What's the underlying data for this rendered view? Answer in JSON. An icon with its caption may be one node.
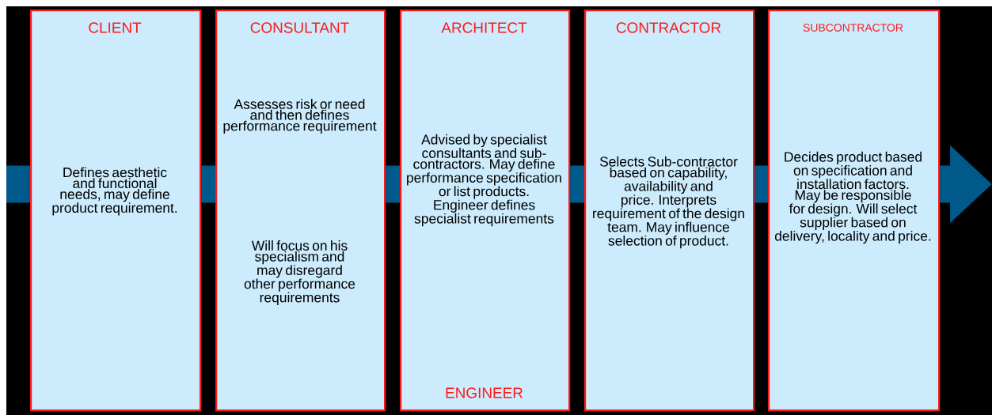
{
  "diagram": {
    "nodes": [
      {
        "text": [
          "CLIENT",
          "Defines aesthetic and functional needs, may define product requirement."
        ]
      },
      {
        "text": [
          "CONSULTANT",
          "Assesses risk or need and then defines performance requirement",
          "Will focus on his specialism and may disregard other performance requirements"
        ]
      },
      {
        "text": [
          "ARCHITECT",
          "Advised by specialist consultants and sub-contractors. May define performance specification or list products. Engineer defines specialist requirements",
          "ENGINEER"
        ]
      },
      {
        "text": [
          "CONTRACTOR",
          "Selects Sub-contractor based on capability, availability and price. Interprets requirement of the design team. May influence selection of product."
        ]
      },
      {
        "text": [
          "SUBCONTRACTOR",
          "Decides product based on specification and installation factors. May be responsible for design. Will select supplier based on delivery, locality and price."
        ]
      }
    ],
    "edges": [
      {
        "from": null,
        "to": 0,
        "arrow": "none"
      },
      {
        "from": 0,
        "to": 1,
        "arrow": "none"
      },
      {
        "from": 1,
        "to": 2,
        "arrow": "none"
      },
      {
        "from": 2,
        "to": 3,
        "arrow": "none"
      },
      {
        "from": 3,
        "to": 4,
        "arrow": "none"
      },
      {
        "from": 4,
        "to": null,
        "arrow": "to"
      }
    ]
  }
}
